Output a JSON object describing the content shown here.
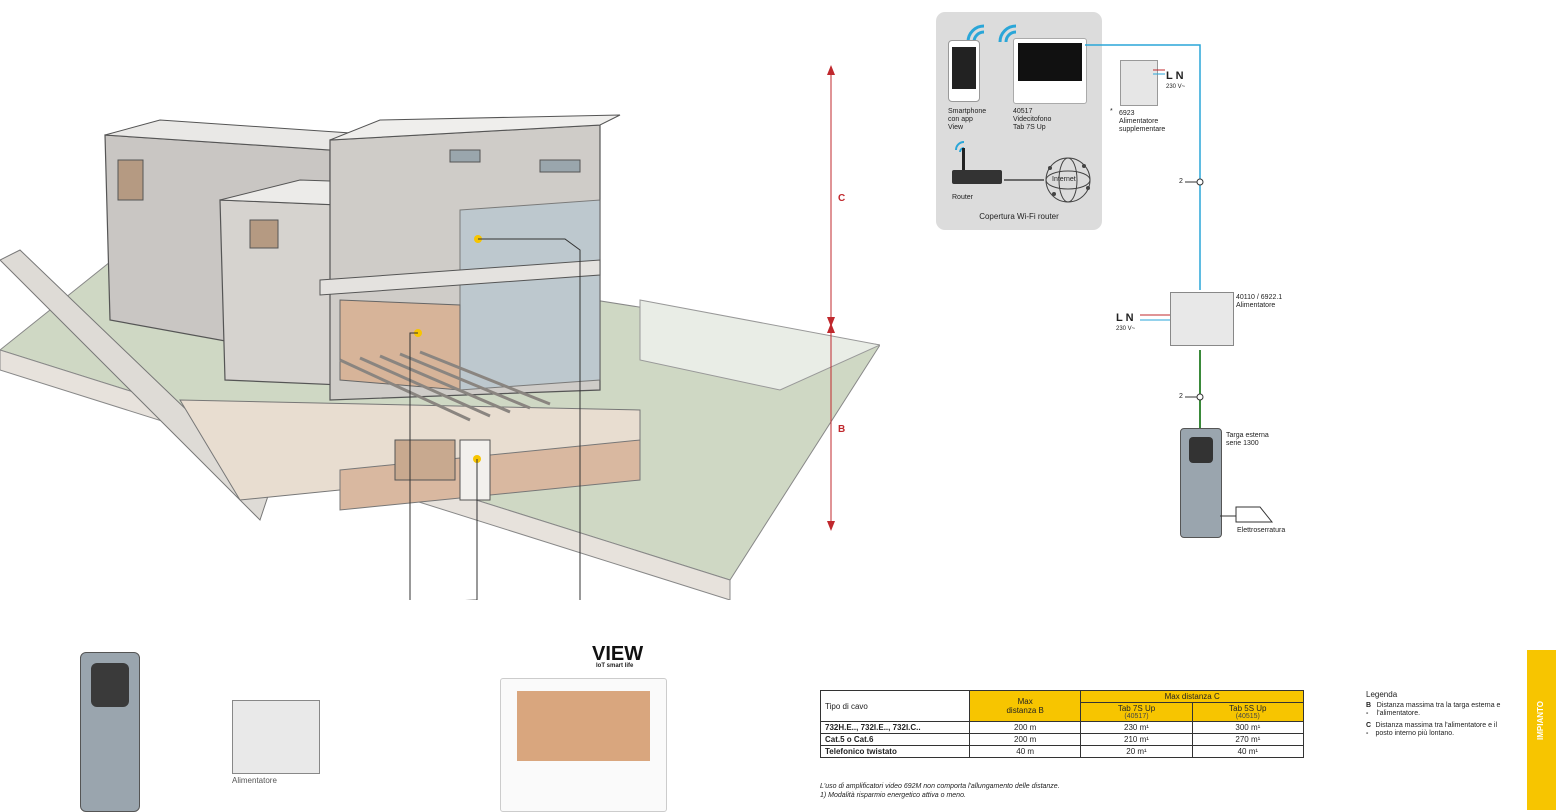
{
  "diagram": {
    "heights": {
      "c_label": "C",
      "b_label": "B"
    },
    "wifi_panel": {
      "smartphone": "Smartphone\ncon app\nView",
      "monitor": "40517\nVidecitofono\nTab 7S Up",
      "extra_psu_mark": "*",
      "extra_psu": "6923\nAlimentatore\nsupplementare",
      "ln_top": "L N",
      "v_top": "230 V~",
      "router": "Router",
      "internet": "Internet",
      "coverage": "Copertura Wi-Fi router"
    },
    "bus": {
      "wires_top": "2",
      "psu_label": "40110 / 6922.1\nAlimentatore",
      "ln_mid": "L N",
      "v_mid": "230 V~",
      "wires_bottom": "2",
      "panel_label": "Targa esterna\nserie 1300",
      "lock_label": "Elettroserratura"
    },
    "bottom": {
      "psu_caption": "Alimentatore",
      "brand": "VIEW",
      "brand_sub": "IoT smart life"
    }
  },
  "table": {
    "header_type": "Tipo di cavo",
    "header_maxb": "Max\ndistanza B",
    "header_maxc": "Max distanza C",
    "col_tab7": "Tab 7S Up",
    "col_tab7_code": "(40517)",
    "col_tab5": "Tab 5S Up",
    "col_tab5_code": "(40515)",
    "rows": [
      {
        "type": "732H.E.., 732I.E.., 732I.C..",
        "b": "200 m",
        "c7": "230 m¹",
        "c5": "300 m¹"
      },
      {
        "type": "Cat.5 o Cat.6",
        "b": "200 m",
        "c7": "210 m¹",
        "c5": "270 m¹"
      },
      {
        "type": "Telefonico twistato",
        "b": "40 m",
        "c7": "20 m¹",
        "c5": "40 m¹"
      }
    ],
    "note1": "L'uso di amplificatori video 692M non comporta l'allungamento delle distanze.",
    "note2": "1) Modalità risparmio energetico attiva o meno."
  },
  "legend": {
    "title": "Legenda",
    "b_key": "B -",
    "b_text": "Distanza massima tra la targa esterna e l'alimentatore.",
    "c_key": "C -",
    "c_text": "Distanza massima tra l'alimentatore e il posto interno più lontano."
  },
  "tab_label": "IMPIANTO",
  "colors": {
    "accent": "#f7c500",
    "red": "#c0282d",
    "wifi": "#2aa6d8",
    "green": "#3a8a3a"
  }
}
